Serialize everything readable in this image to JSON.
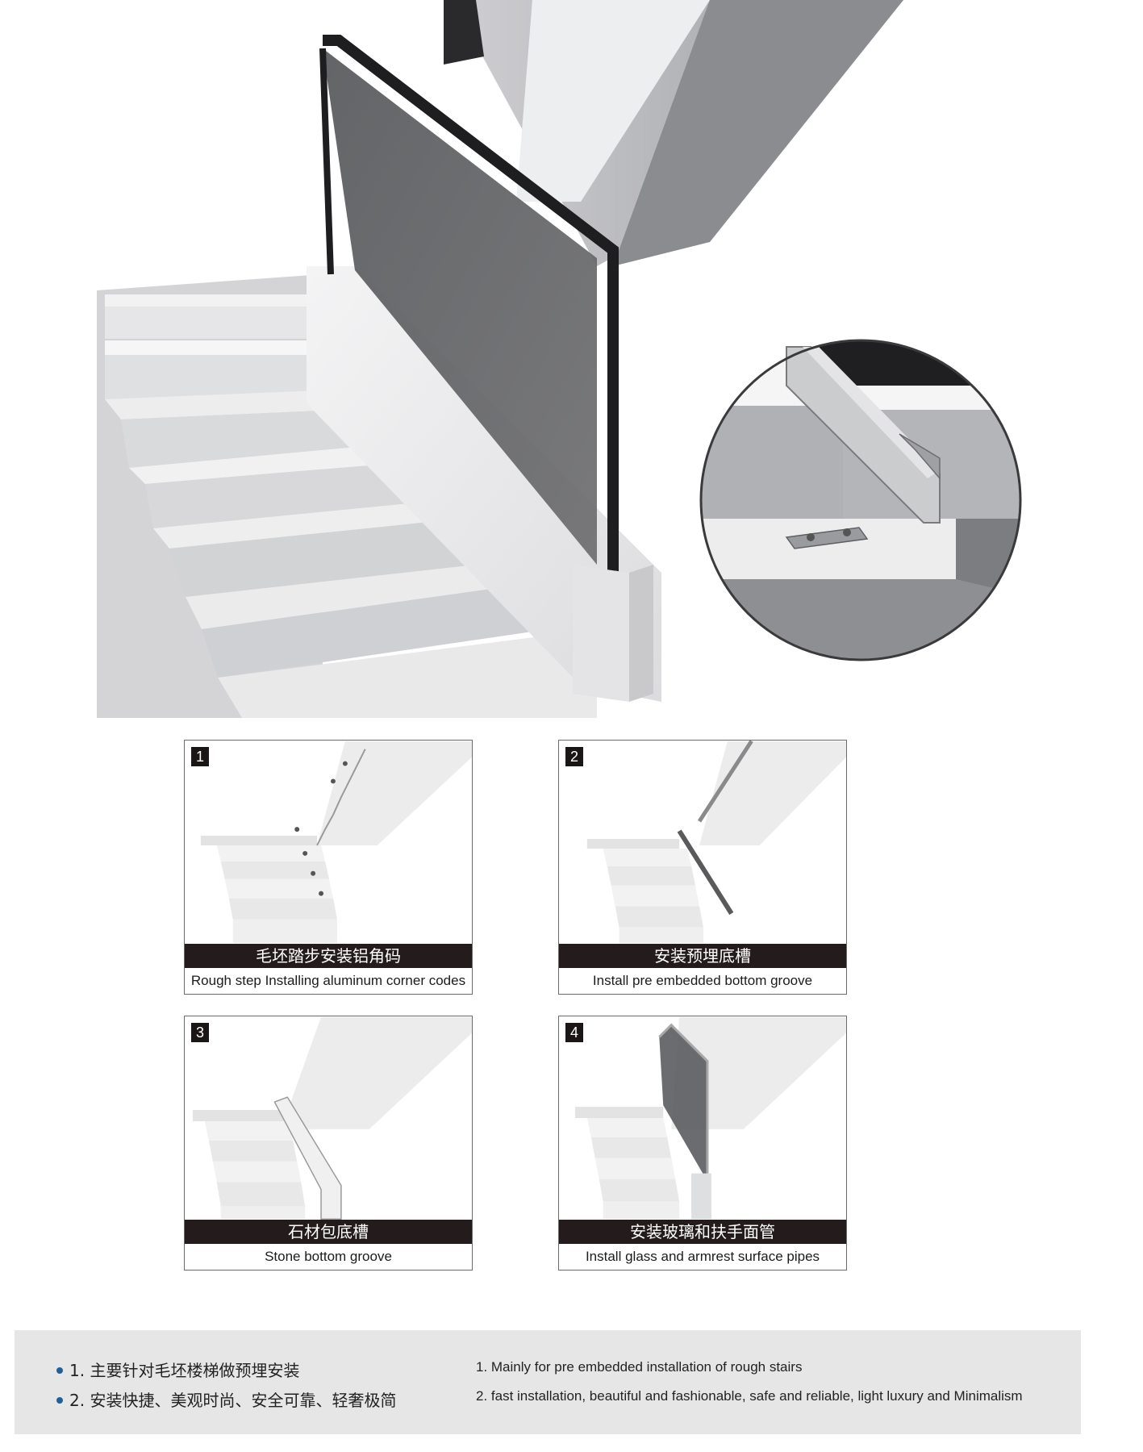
{
  "steps": [
    {
      "number": "1",
      "title_cn": "毛坯踏步安装铝角码",
      "title_en": "Rough step Installing aluminum corner codes"
    },
    {
      "number": "2",
      "title_cn": "安装预埋底槽",
      "title_en": "Install pre embedded bottom groove"
    },
    {
      "number": "3",
      "title_cn": "石材包底槽",
      "title_en": "Stone bottom groove"
    },
    {
      "number": "4",
      "title_cn": "安装玻璃和扶手面管",
      "title_en": "Install glass and armrest surface pipes"
    }
  ],
  "features": [
    {
      "cn": "1. 主要针对毛坯楼梯做预埋安装",
      "en": "1. Mainly for pre embedded installation of rough stairs"
    },
    {
      "cn": "2. 安装快捷、美观时尚、安全可靠、轻奢极简",
      "en": "2. fast installation, beautiful and fashionable, safe and reliable, light luxury and Minimalism"
    }
  ],
  "colors": {
    "label_bar": "#241c1c",
    "panel_border": "#6b6b6b",
    "feature_background": "#e6e6e6",
    "bullet": "#1f5f9a"
  }
}
